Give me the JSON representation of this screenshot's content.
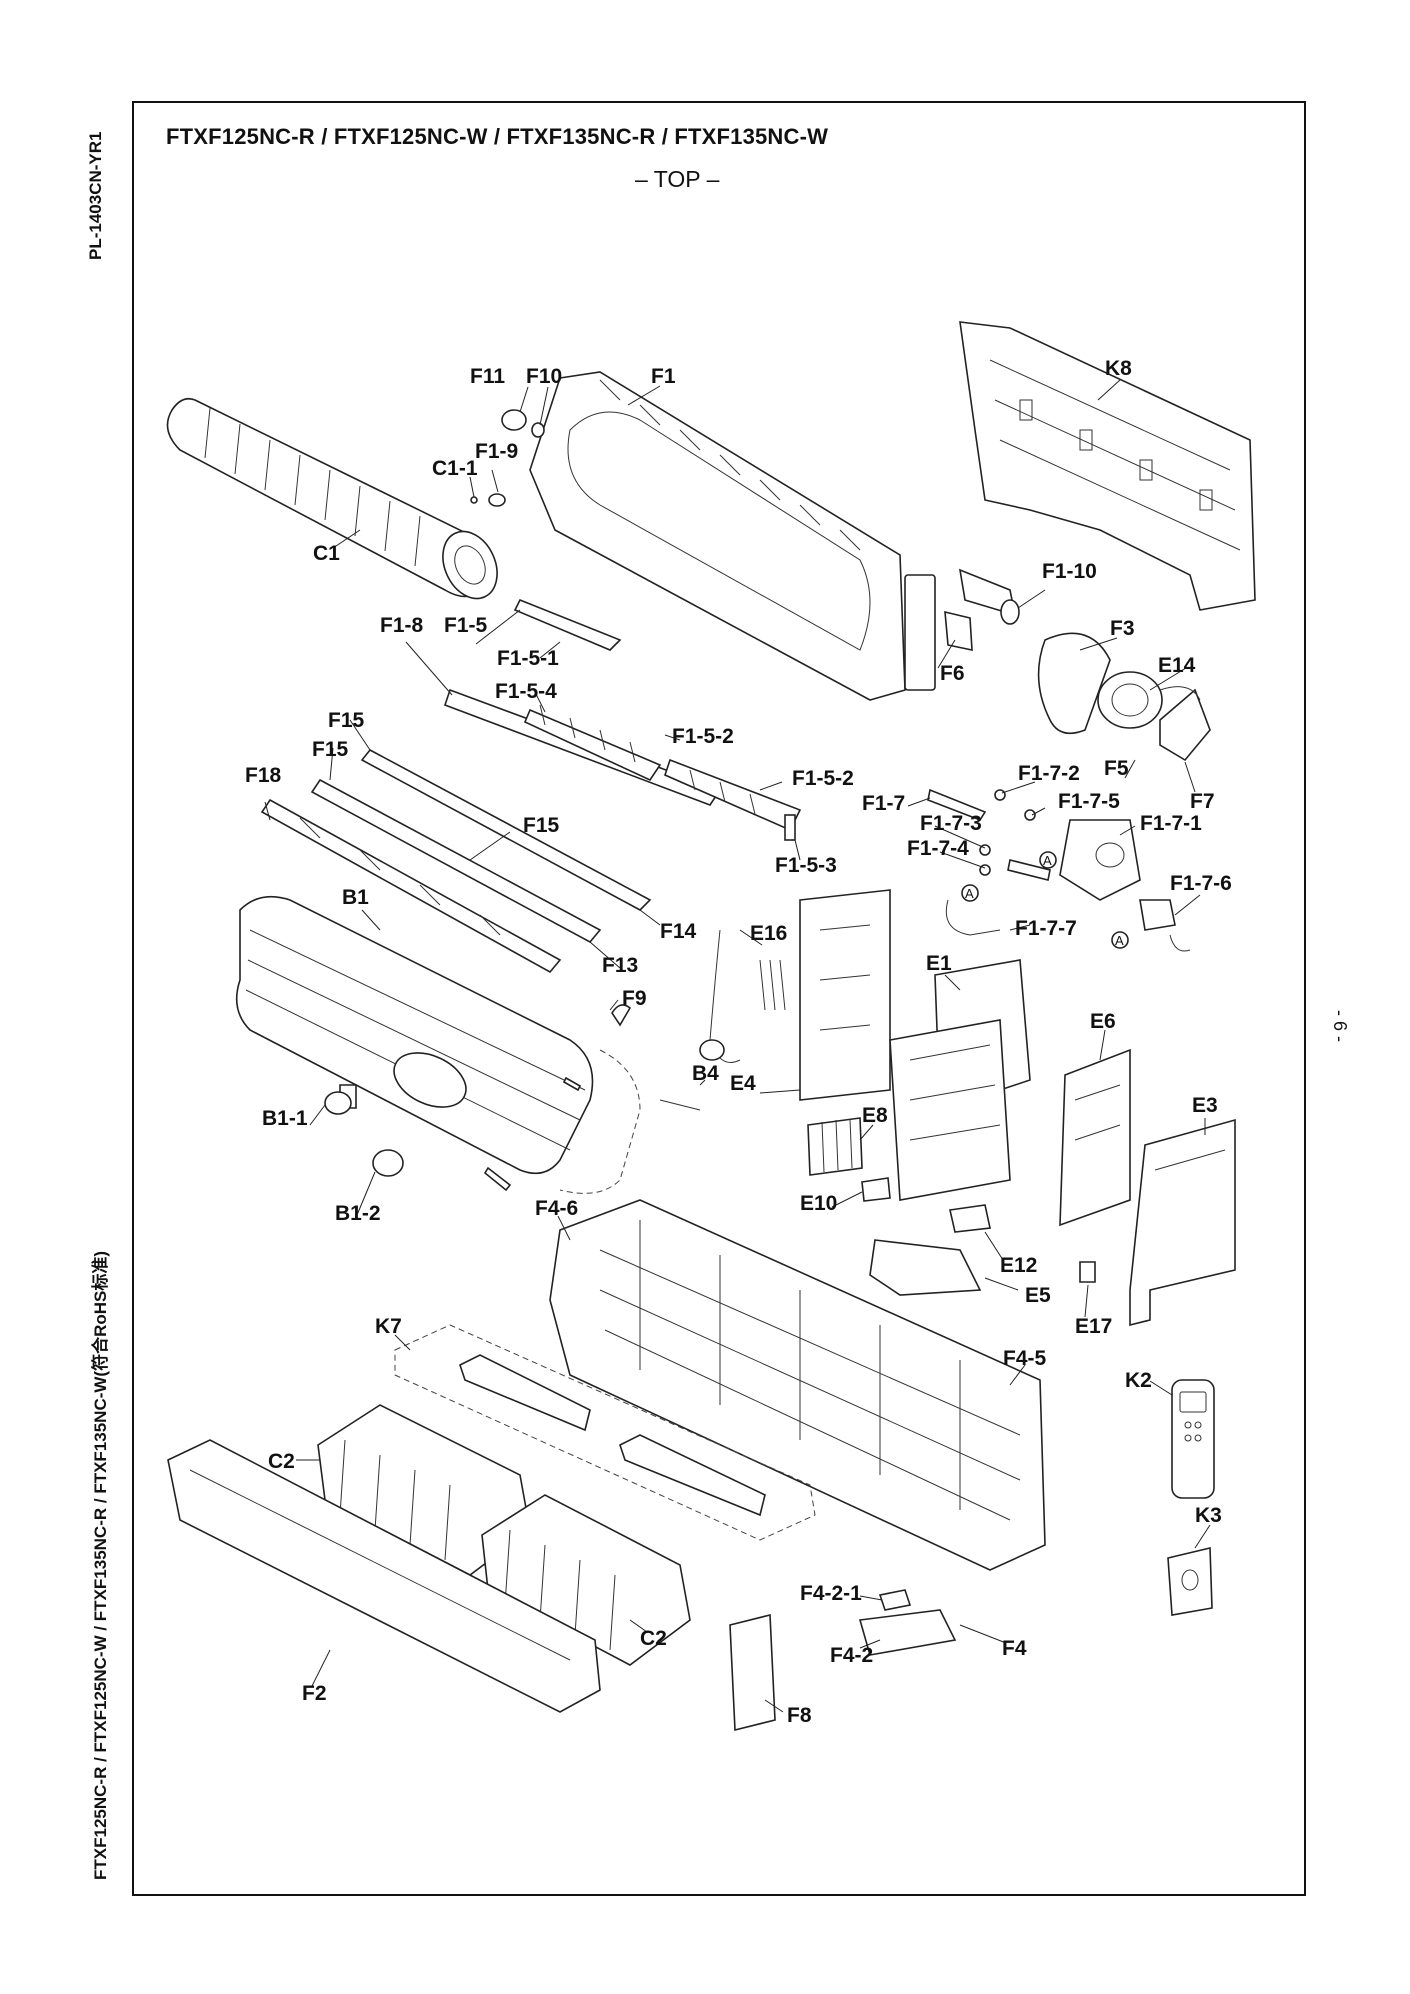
{
  "document": {
    "title": "FTXF125NC-R / FTXF125NC-W / FTXF135NC-R / FTXF135NC-W",
    "view_label": "– TOP –",
    "side_code": "PL-1403CN-YR1",
    "side_models": "FTXF125NC-R / FTXF125NC-W / FTXF135NC-R / FTXF135NC-W(符合RoHS标准)",
    "page_number": "- 6 -"
  },
  "callouts": {
    "F11": "F11",
    "F10": "F10",
    "F1": "F1",
    "K8": "K8",
    "F1_9": "F1-9",
    "C1_1": "C1-1",
    "C1": "C1",
    "F1_10": "F1-10",
    "F1_8": "F1-8",
    "F1_5": "F1-5",
    "F1_5_1": "F1-5-1",
    "F3": "F3",
    "F6": "F6",
    "E14": "E14",
    "F1_5_4": "F1-5-4",
    "F15a": "F15",
    "F15b": "F15",
    "F1_5_2a": "F1-5-2",
    "F1_5_2b": "F1-5-2",
    "F5": "F5",
    "F7": "F7",
    "F18": "F18",
    "F1_7_2": "F1-7-2",
    "F1_7_5": "F1-7-5",
    "F1_7": "F1-7",
    "F1_7_3": "F1-7-3",
    "F1_7_1": "F1-7-1",
    "F15c": "F15",
    "F1_7_4": "F1-7-4",
    "F1_5_3": "F1-5-3",
    "B1": "B1",
    "F1_7_6": "F1-7-6",
    "F14": "F14",
    "E16": "E16",
    "F1_7_7": "F1-7-7",
    "F13": "F13",
    "E1": "E1",
    "F9": "F9",
    "E6": "E6",
    "B4": "B4",
    "E4": "E4",
    "B1_1": "B1-1",
    "E8": "E8",
    "E3": "E3",
    "B1_2": "B1-2",
    "F4_6": "F4-6",
    "E10": "E10",
    "E12": "E12",
    "E5": "E5",
    "E17": "E17",
    "K7": "K7",
    "F4_5": "F4-5",
    "K2": "K2",
    "C2a": "C2",
    "K3": "K3",
    "F4_2_1": "F4-2-1",
    "C2b": "C2",
    "F4_2": "F4-2",
    "F4": "F4",
    "F2": "F2",
    "F8": "F8"
  },
  "connector_marks": [
    "A",
    "A",
    "A"
  ]
}
